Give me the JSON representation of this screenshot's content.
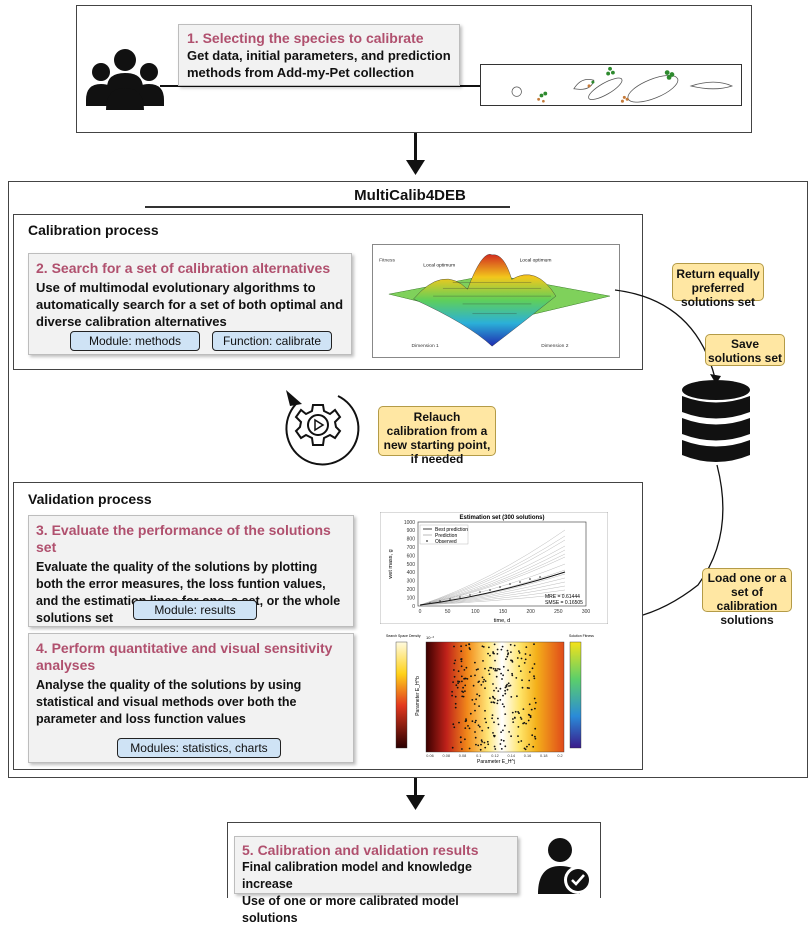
{
  "top": {
    "title": "1. Selecting the species to calibrate",
    "body": "Get data, initial parameters, and prediction methods from Add-my-Pet collection"
  },
  "main": {
    "title": "MultiCalib4DEB",
    "calibration": {
      "label": "Calibration process",
      "step_title": "2. Search for a set of calibration alternatives",
      "step_body": "Use of multimodal evolutionary algorithms to automatically search for a set of both optimal and diverse calibration alternatives",
      "module": "Module: methods",
      "function": "Function: calibrate",
      "plot": {
        "label": "Fitness",
        "local_opt_1": "Local optimum",
        "local_opt_2": "Local optimum",
        "dim1": "Dimension 1",
        "dim2": "Dimension 2"
      }
    },
    "relaunch": "Relauch calibration from a new starting point, if needed",
    "return_note": "Return equally preferred solutions set",
    "save_note": "Save solutions set",
    "load_note": "Load one or a set of calibration solutions",
    "validation": {
      "label": "Validation process",
      "step3_title": "3. Evaluate the performance of the solutions set",
      "step3_body": "Evaluate the quality of the solutions by plotting both the error measures, the loss funtion values, and the estimation lines for one, a set, or the whole solutions set",
      "step3_module": "Module: results",
      "step4_title": "4. Perform quantitative and visual sensitivity analyses",
      "step4_body": "Analyse the quality of the solutions by using statistical and visual methods over both the parameter and loss function values",
      "step4_module": "Modules: statistics, charts"
    },
    "estimation_plot": {
      "title": "Estimation set (300 solutions)",
      "legend": [
        "Best prediction",
        "Prediction",
        "Observed"
      ],
      "mre": "MRE = 0.61444",
      "smse": "SMSE = 0.16505",
      "xlabel": "time, d",
      "ylabel": "wet mass, g",
      "yticks": [
        "0",
        "100",
        "200",
        "300",
        "400",
        "500",
        "600",
        "700",
        "800",
        "900",
        "1000"
      ],
      "xticks": [
        "0",
        "50",
        "100",
        "150",
        "200",
        "250",
        "300"
      ]
    },
    "heatmap_plot": {
      "left_label": "Search Space Density",
      "right_label": "Solution Fitness",
      "exponent": "10⁻³",
      "xlabel": "Parameter E_H^j",
      "ylabel": "Parameter E_H^b",
      "xticks": [
        "0.06",
        "0.08",
        "0.08",
        "0.1",
        "0.12",
        "0.14",
        "0.16",
        "0.18",
        "0.2"
      ]
    }
  },
  "bottom": {
    "title": "5. Calibration and validation results",
    "line1": "Final calibration model and knowledge increase",
    "line2": "Use of one or more calibrated model solutions"
  },
  "colors": {
    "accent_title": "#b0506e",
    "note_fill": "#ffe7a3",
    "pill_fill": "#cfe3f5"
  }
}
